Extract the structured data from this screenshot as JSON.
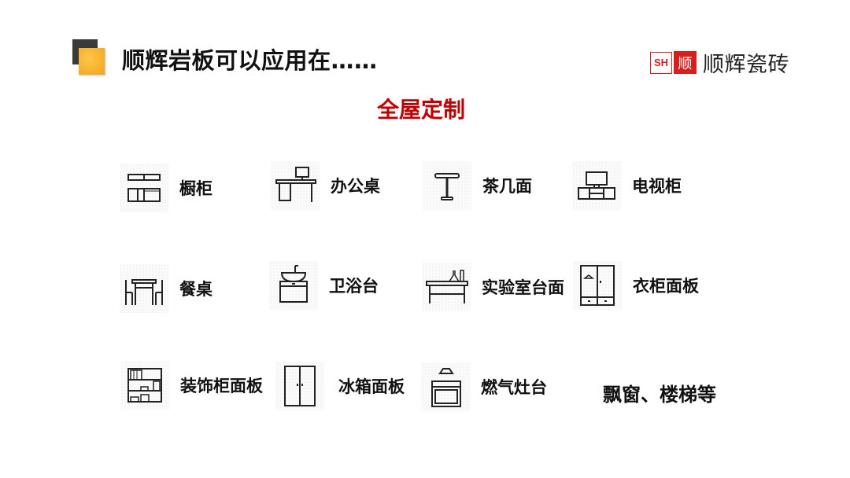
{
  "header": {
    "title": "顺辉岩板可以应用在……",
    "logo": {
      "badge_text": "SH",
      "badge_char": "顺",
      "brand_name": "顺辉瓷砖"
    }
  },
  "section_title": "全屋定制",
  "colors": {
    "accent_red": "#c00000",
    "logo_red": "#d62020",
    "bullet_orange": "#f0a51c",
    "bullet_dark": "#3a3a3a"
  },
  "items": [
    {
      "label": "橱柜",
      "icon": "kitchen-cabinet-icon"
    },
    {
      "label": "办公桌",
      "icon": "office-desk-icon"
    },
    {
      "label": "茶几面",
      "icon": "coffee-table-icon"
    },
    {
      "label": "电视柜",
      "icon": "tv-cabinet-icon"
    },
    {
      "label": "餐桌",
      "icon": "dining-table-icon"
    },
    {
      "label": "卫浴台",
      "icon": "bathroom-vanity-icon"
    },
    {
      "label": "实验室台面",
      "icon": "lab-bench-icon"
    },
    {
      "label": "衣柜面板",
      "icon": "wardrobe-icon"
    },
    {
      "label": "装饰柜面板",
      "icon": "bookshelf-icon"
    },
    {
      "label": "冰箱面板",
      "icon": "refrigerator-icon"
    },
    {
      "label": "燃气灶台",
      "icon": "stove-icon"
    }
  ],
  "extra_label": "飘窗、楼梯等"
}
